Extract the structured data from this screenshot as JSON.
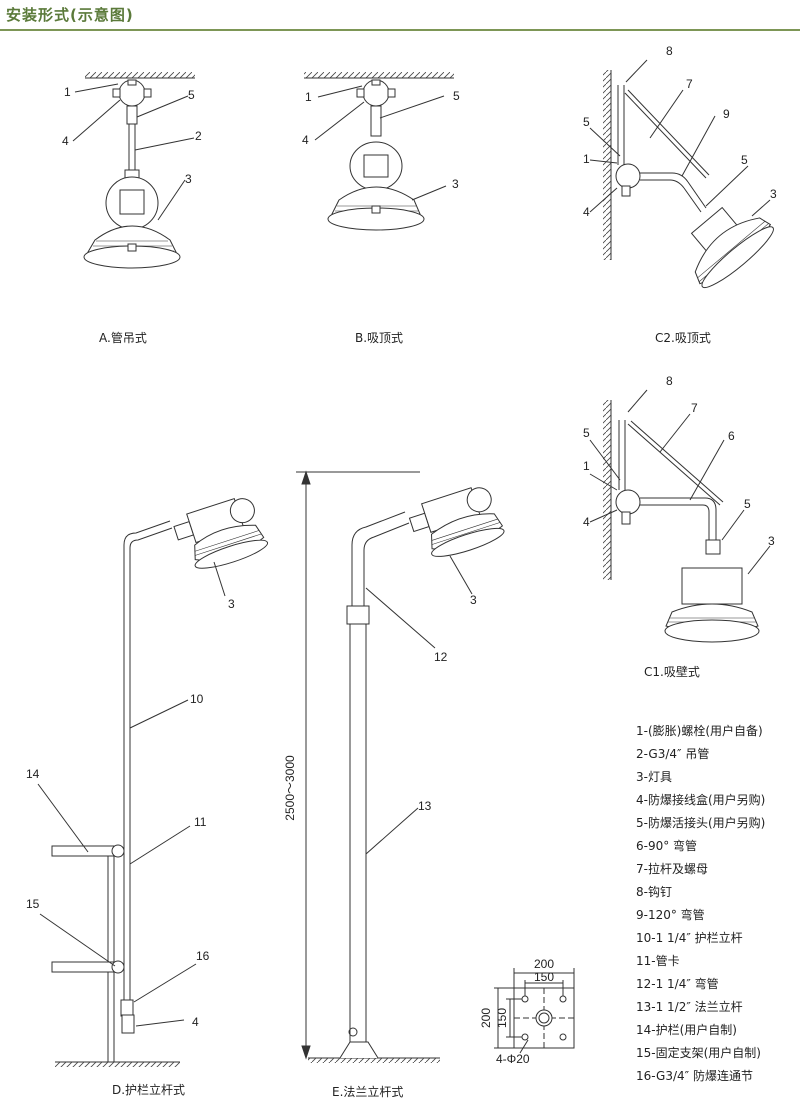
{
  "title": "安装形式(示意图)",
  "callouts": [
    "1",
    "2",
    "3",
    "4",
    "5",
    "6",
    "7",
    "8",
    "9",
    "10",
    "11",
    "12",
    "13",
    "14",
    "15",
    "16"
  ],
  "captions": {
    "A": "A.管吊式",
    "B": "B.吸顶式",
    "C2": "C2.吸顶式",
    "C1": "C1.吸壁式",
    "D": "D.护栏立杆式",
    "E": "E.法兰立杆式"
  },
  "dimensions": {
    "height_range": "2500～3000",
    "flange_width_outer": "200",
    "flange_width_inner": "150",
    "flange_height_outer": "200",
    "flange_height_inner": "150",
    "bolt_holes": "4-Φ20"
  },
  "legend": [
    "1-(膨胀)螺栓(用户自备)",
    "2-G3/4″ 吊管",
    "3-灯具",
    "4-防爆接线盒(用户另购)",
    "5-防爆活接头(用户另购)",
    "6-90° 弯管",
    "7-拉杆及螺母",
    "8-钩钉",
    "9-120° 弯管",
    "10-1 1/4″ 护栏立杆",
    "11-管卡",
    "12-1 1/4″ 弯管",
    "13-1 1/2″ 法兰立杆",
    "14-护栏(用户自制)",
    "15-固定支架(用户自制)",
    "16-G3/4″ 防爆连通节"
  ]
}
